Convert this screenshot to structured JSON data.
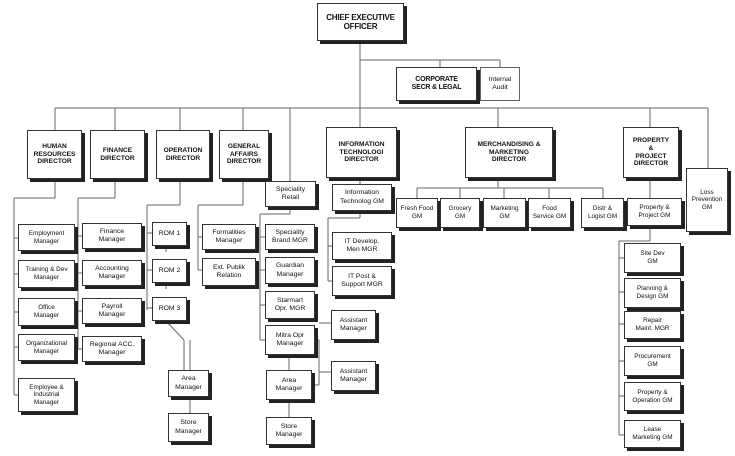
{
  "chart": {
    "ceo": "CHIEF EXECUTIVE\nOFFICER",
    "corporate_secr": "CORPORATE\nSECR & LEGAL",
    "internal_audit": "Internal\nAudit",
    "directors": {
      "hr": "HUMAN\nRESOURCES\nDIRECTOR",
      "finance": "FINANCE\nDIRECTOR",
      "operation": "OPERATION\nDIRECTOR",
      "general_affairs": "GENERAL\nAFFAIRS\nDIRECTOR",
      "it": "INFORMATION\nTECHNOLOGI\nDIRECTOR",
      "merchandising": "MERCHANDISING &\nMARKETING\nDIRECTOR",
      "property": "PROPERTY\n&\nPROJECT\nDIRECTOR",
      "loss_prevention": "Loss\nPrevention\nGM"
    },
    "hr_items": [
      "Employment\nManager",
      "Training & Dev\nManager",
      "Office\nManager",
      "Organizational\nManager",
      "Employee &\nIndustrial\nManager"
    ],
    "finance_items": [
      "Finance\nManager",
      "Accounting\nManager",
      "Payroll\nManager",
      "Regional ACC.\nManager"
    ],
    "operation_items": [
      "ROM 1",
      "ROM 2",
      "ROM 3"
    ],
    "operation_area": "Area\nManager",
    "operation_store": "Store\nManager",
    "ga_items": [
      "Formalities\nManager",
      "Ext. Publik\nRelation"
    ],
    "speciality_retail": "Speciality\nRetail",
    "retail_items": [
      "Speciality\nBrand MGR",
      "Guardian\nManager",
      "Starmart\nOpr. MGR",
      "Mitra Opr\nManager"
    ],
    "retail_area": "Area\nManager",
    "retail_store": "Store\nManager",
    "assistant_1": "Assistant\nManager",
    "assistant_2": "Assistant\nManager",
    "it_gm": "Information\nTechnolog GM",
    "it_items": [
      "IT Develop.\nMen MGR",
      "IT Post &\nSupport MGR"
    ],
    "merch_items": [
      "Fresh Food\nGM",
      "Grocery\nGM",
      "Marketing\nGM",
      "Food\nService GM",
      "Distr &\nLogist GM"
    ],
    "property_gm": "Property &\nProject GM",
    "property_items": [
      "Site Dev\nGM",
      "Planning &\nDesign GM",
      "Repair\nMaint. MGR",
      "Procurement\nGM",
      "Property &\nOperation GM",
      "Lease\nMarketing GM"
    ]
  }
}
